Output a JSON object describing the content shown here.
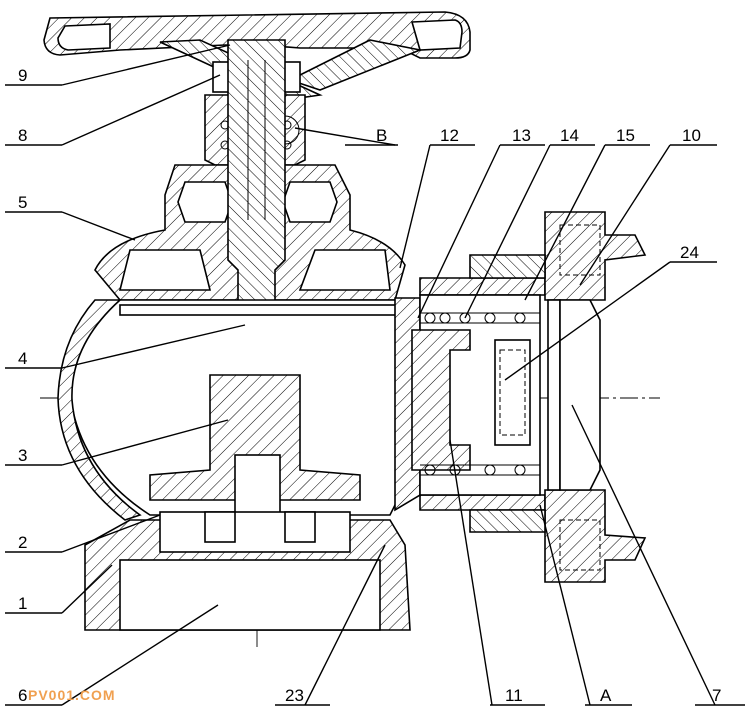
{
  "labels": {
    "l9": "9",
    "l8": "8",
    "lB": "B",
    "l12": "12",
    "l13": "13",
    "l14": "14",
    "l15": "15",
    "l10": "10",
    "l5": "5",
    "l24": "24",
    "l4": "4",
    "l3": "3",
    "l2": "2",
    "l1": "1",
    "l6": "6",
    "l23": "23",
    "l11": "11",
    "lA": "A",
    "l7": "7"
  },
  "watermark": {
    "text": "PV001.COM",
    "color": "#f0a050"
  }
}
